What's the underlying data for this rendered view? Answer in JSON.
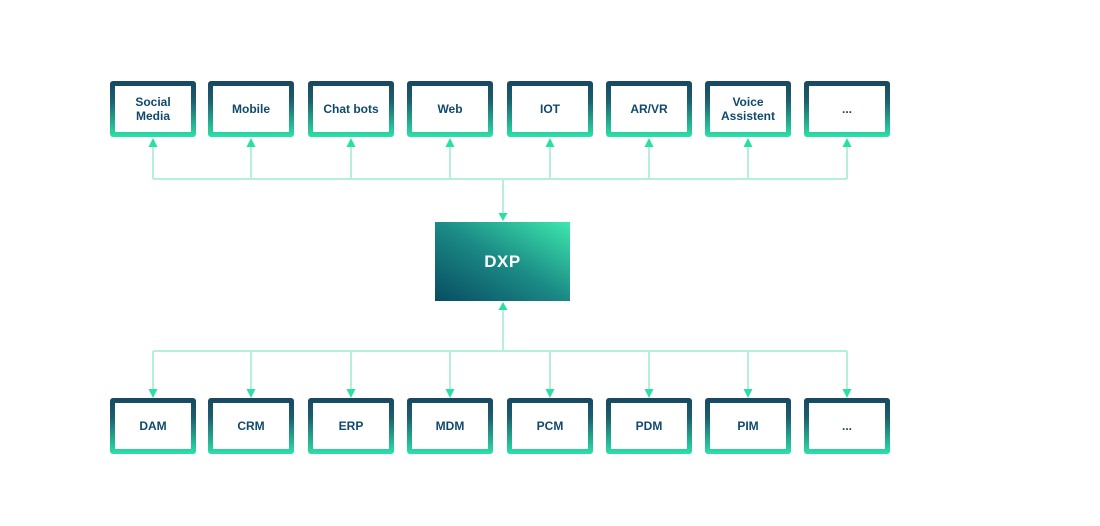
{
  "center_node": {
    "label": "DXP"
  },
  "top_row": {
    "items": [
      {
        "label": "Social Media"
      },
      {
        "label": "Mobile"
      },
      {
        "label": "Chat bots"
      },
      {
        "label": "Web"
      },
      {
        "label": "IOT"
      },
      {
        "label": "AR/VR"
      },
      {
        "label": "Voice Assistent"
      },
      {
        "label": "..."
      }
    ]
  },
  "bottom_row": {
    "items": [
      {
        "label": "DAM"
      },
      {
        "label": "CRM"
      },
      {
        "label": "ERP"
      },
      {
        "label": "MDM"
      },
      {
        "label": "PCM"
      },
      {
        "label": "PDM"
      },
      {
        "label": "PIM"
      },
      {
        "label": "..."
      }
    ]
  },
  "connections": {
    "top": "arrowheads point up into each top box and down into DXP",
    "bottom": "arrowheads point up into DXP and down into each bottom box"
  },
  "colors": {
    "background": "#ffffff",
    "box_border_gradient_top": "#17485f",
    "box_border_gradient_bottom": "#2be2a7",
    "box_fill": "#ffffff",
    "box_text": "#10496d",
    "dxp_gradient_dark": "#084c61",
    "dxp_gradient_light": "#3de8ad",
    "dxp_text": "#ffffff",
    "connector_line": "#b4f0dd",
    "arrowhead": "#2adfa4"
  }
}
